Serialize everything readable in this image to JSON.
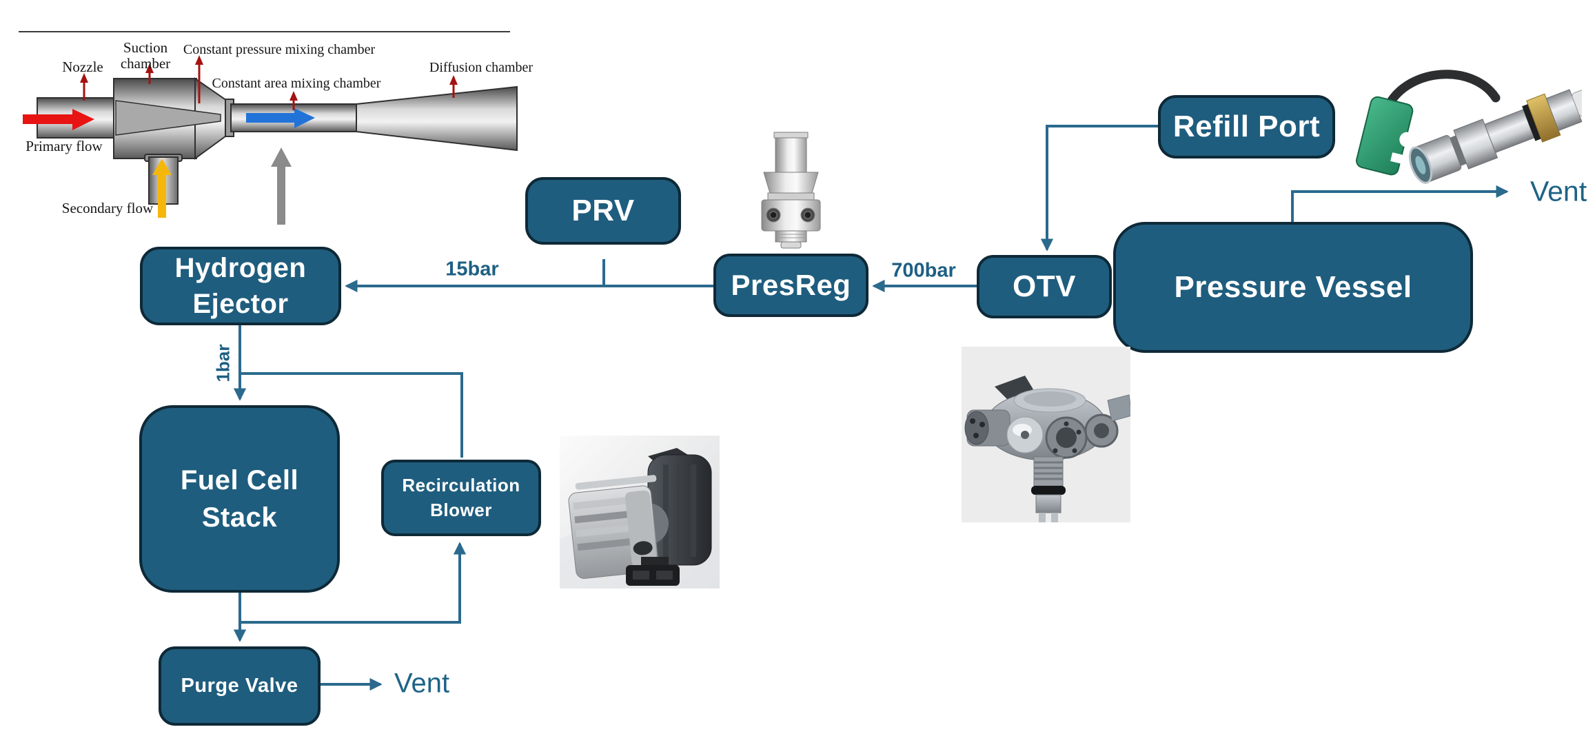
{
  "colors": {
    "node_fill": "#1f5d7e",
    "node_border": "#0e2937",
    "connector": "#2b6a8d",
    "pressure_label": "#1d5f83",
    "figure_label_arrow": "#a51212",
    "primary_flow_arrow": "#e81313",
    "secondary_flow_arrow": "#f6b70b",
    "mixed_flow_arrow": "#2273d8",
    "ejector_pointer_arrow": "#8b8b8b"
  },
  "ejector_figure": {
    "labels": {
      "nozzle": "Nozzle",
      "suction_chamber_line1": "Suction",
      "suction_chamber_line2": "chamber",
      "constant_pressure": "Constant pressure mixing chamber",
      "constant_area": "Constant area mixing chamber",
      "diffusion": "Diffusion chamber",
      "primary_flow": "Primary flow",
      "secondary_flow": "Secondary flow"
    }
  },
  "flowchart": {
    "nodes": {
      "hydrogen_ejector": {
        "line1": "Hydrogen",
        "line2": "Ejector"
      },
      "prv": {
        "label": "PRV"
      },
      "presreg": {
        "label": "PresReg"
      },
      "otv": {
        "label": "OTV"
      },
      "pressure_vessel": {
        "label": "Pressure Vessel"
      },
      "refill_port": {
        "label": "Refill Port"
      },
      "fuel_cell_stack": {
        "line1": "Fuel Cell",
        "line2": "Stack"
      },
      "recirculation_blower": {
        "line1": "Recirculation",
        "line2": "Blower"
      },
      "purge_valve": {
        "label": "Purge Valve"
      }
    },
    "flow_labels": {
      "feed_15bar": "15bar",
      "feed_700bar": "700bar",
      "feed_1bar": "1bar",
      "vent_top": "Vent",
      "vent_purge": "Vent"
    }
  },
  "photos": {
    "pressure_regulator": "pressure-regulator-photo",
    "refill_connector": "refill-connector-photo",
    "tank_valve": "tank-valve-photo",
    "blower": "recirculation-blower-photo"
  }
}
